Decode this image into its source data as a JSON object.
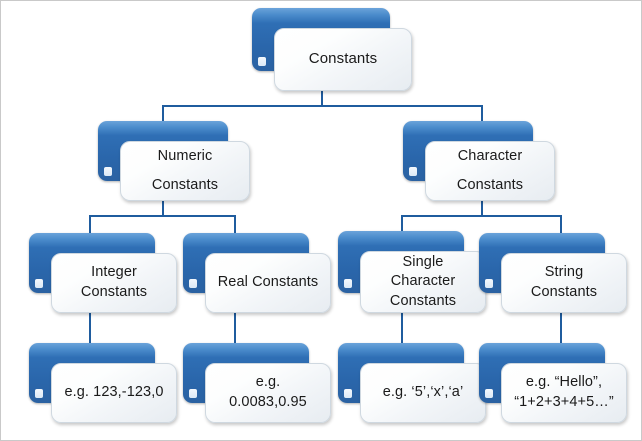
{
  "diagram": {
    "title": "Constants classification tree",
    "accent_blue": "#2f6fb5",
    "connector_color": "#1f5c9e",
    "background": "#ffffff",
    "levels": 4,
    "nodes": {
      "root": {
        "label": "Constants"
      },
      "numeric": {
        "label": "Numeric\nConstants"
      },
      "character": {
        "label": "Character\nConstants"
      },
      "integer": {
        "label": "Integer\nConstants"
      },
      "real": {
        "label": "Real Constants"
      },
      "single_character": {
        "label": "Single\nCharacter\nConstants"
      },
      "string": {
        "label": "String\nConstants"
      },
      "integer_example": {
        "label": "e.g. 123,-123,0"
      },
      "real_example": {
        "label": "e.g.\n0.0083,0.95"
      },
      "single_character_example": {
        "label": "e.g. ‘5’,‘x’,‘a’"
      },
      "string_example": {
        "label": "e.g. “Hello”,\n“1+2+3+4+5…”"
      }
    }
  }
}
